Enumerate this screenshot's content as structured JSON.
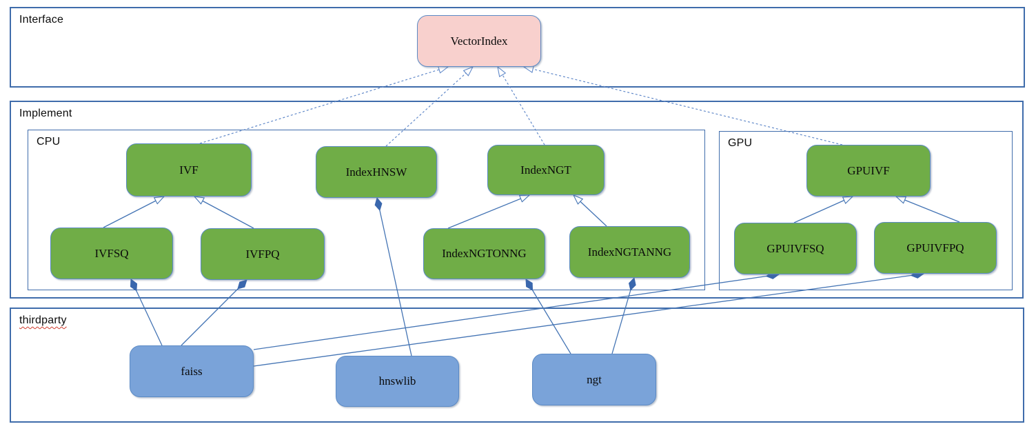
{
  "diagram": {
    "containers": [
      {
        "id": "interface",
        "label": "Interface"
      },
      {
        "id": "implement",
        "label": "Implement"
      },
      {
        "id": "cpu",
        "label": "CPU"
      },
      {
        "id": "gpu",
        "label": "GPU"
      },
      {
        "id": "thirdparty",
        "label": "thirdparty",
        "decoration": "red-wavy-spellcheck-underline"
      }
    ],
    "nodes": [
      {
        "id": "VectorIndex",
        "label": "VectorIndex",
        "container": "interface",
        "role": "interface"
      },
      {
        "id": "IVF",
        "label": "IVF",
        "container": "cpu",
        "role": "implementation"
      },
      {
        "id": "IndexHNSW",
        "label": "IndexHNSW",
        "container": "cpu",
        "role": "implementation"
      },
      {
        "id": "IndexNGT",
        "label": "IndexNGT",
        "container": "cpu",
        "role": "implementation"
      },
      {
        "id": "IVFSQ",
        "label": "IVFSQ",
        "container": "cpu",
        "role": "implementation"
      },
      {
        "id": "IVFPQ",
        "label": "IVFPQ",
        "container": "cpu",
        "role": "implementation"
      },
      {
        "id": "IndexNGTONNG",
        "label": "IndexNGTONNG",
        "container": "cpu",
        "role": "implementation"
      },
      {
        "id": "IndexNGTANNG",
        "label": "IndexNGTANNG",
        "container": "cpu",
        "role": "implementation"
      },
      {
        "id": "GPUIVF",
        "label": "GPUIVF",
        "container": "gpu",
        "role": "implementation"
      },
      {
        "id": "GPUIVFSQ",
        "label": "GPUIVFSQ",
        "container": "gpu",
        "role": "implementation"
      },
      {
        "id": "GPUIVFPQ",
        "label": "GPUIVFPQ",
        "container": "gpu",
        "role": "implementation"
      },
      {
        "id": "faiss",
        "label": "faiss",
        "container": "thirdparty",
        "role": "library"
      },
      {
        "id": "hnswlib",
        "label": "hnswlib",
        "container": "thirdparty",
        "role": "library"
      },
      {
        "id": "ngt",
        "label": "ngt",
        "container": "thirdparty",
        "role": "library"
      }
    ],
    "edges": [
      {
        "from": "IVF",
        "to": "VectorIndex",
        "type": "realization"
      },
      {
        "from": "IndexHNSW",
        "to": "VectorIndex",
        "type": "realization"
      },
      {
        "from": "IndexNGT",
        "to": "VectorIndex",
        "type": "realization"
      },
      {
        "from": "GPUIVF",
        "to": "VectorIndex",
        "type": "realization"
      },
      {
        "from": "IVFSQ",
        "to": "IVF",
        "type": "generalization"
      },
      {
        "from": "IVFPQ",
        "to": "IVF",
        "type": "generalization"
      },
      {
        "from": "IndexNGTONNG",
        "to": "IndexNGT",
        "type": "generalization"
      },
      {
        "from": "IndexNGTANNG",
        "to": "IndexNGT",
        "type": "generalization"
      },
      {
        "from": "GPUIVFSQ",
        "to": "GPUIVF",
        "type": "generalization"
      },
      {
        "from": "GPUIVFPQ",
        "to": "GPUIVF",
        "type": "generalization"
      },
      {
        "from": "faiss",
        "to": "IVFSQ",
        "type": "composition"
      },
      {
        "from": "faiss",
        "to": "IVFPQ",
        "type": "composition"
      },
      {
        "from": "faiss",
        "to": "GPUIVFSQ",
        "type": "composition"
      },
      {
        "from": "faiss",
        "to": "GPUIVFPQ",
        "type": "composition"
      },
      {
        "from": "hnswlib",
        "to": "IndexHNSW",
        "type": "composition"
      },
      {
        "from": "ngt",
        "to": "IndexNGTONNG",
        "type": "composition"
      },
      {
        "from": "ngt",
        "to": "IndexNGTANNG",
        "type": "composition"
      }
    ],
    "colors": {
      "container_border": "#3f6cab",
      "node_border": "#5b8ac5",
      "interface_fill": "#f8d0cd",
      "implementation_fill": "#70ad47",
      "library_fill": "#7aa3d9",
      "edge_solid": "#4474b4",
      "edge_dashed": "#6189c9",
      "diamond_fill": "#3a67ad",
      "spellcheck_underline": "#d03a2b"
    }
  }
}
